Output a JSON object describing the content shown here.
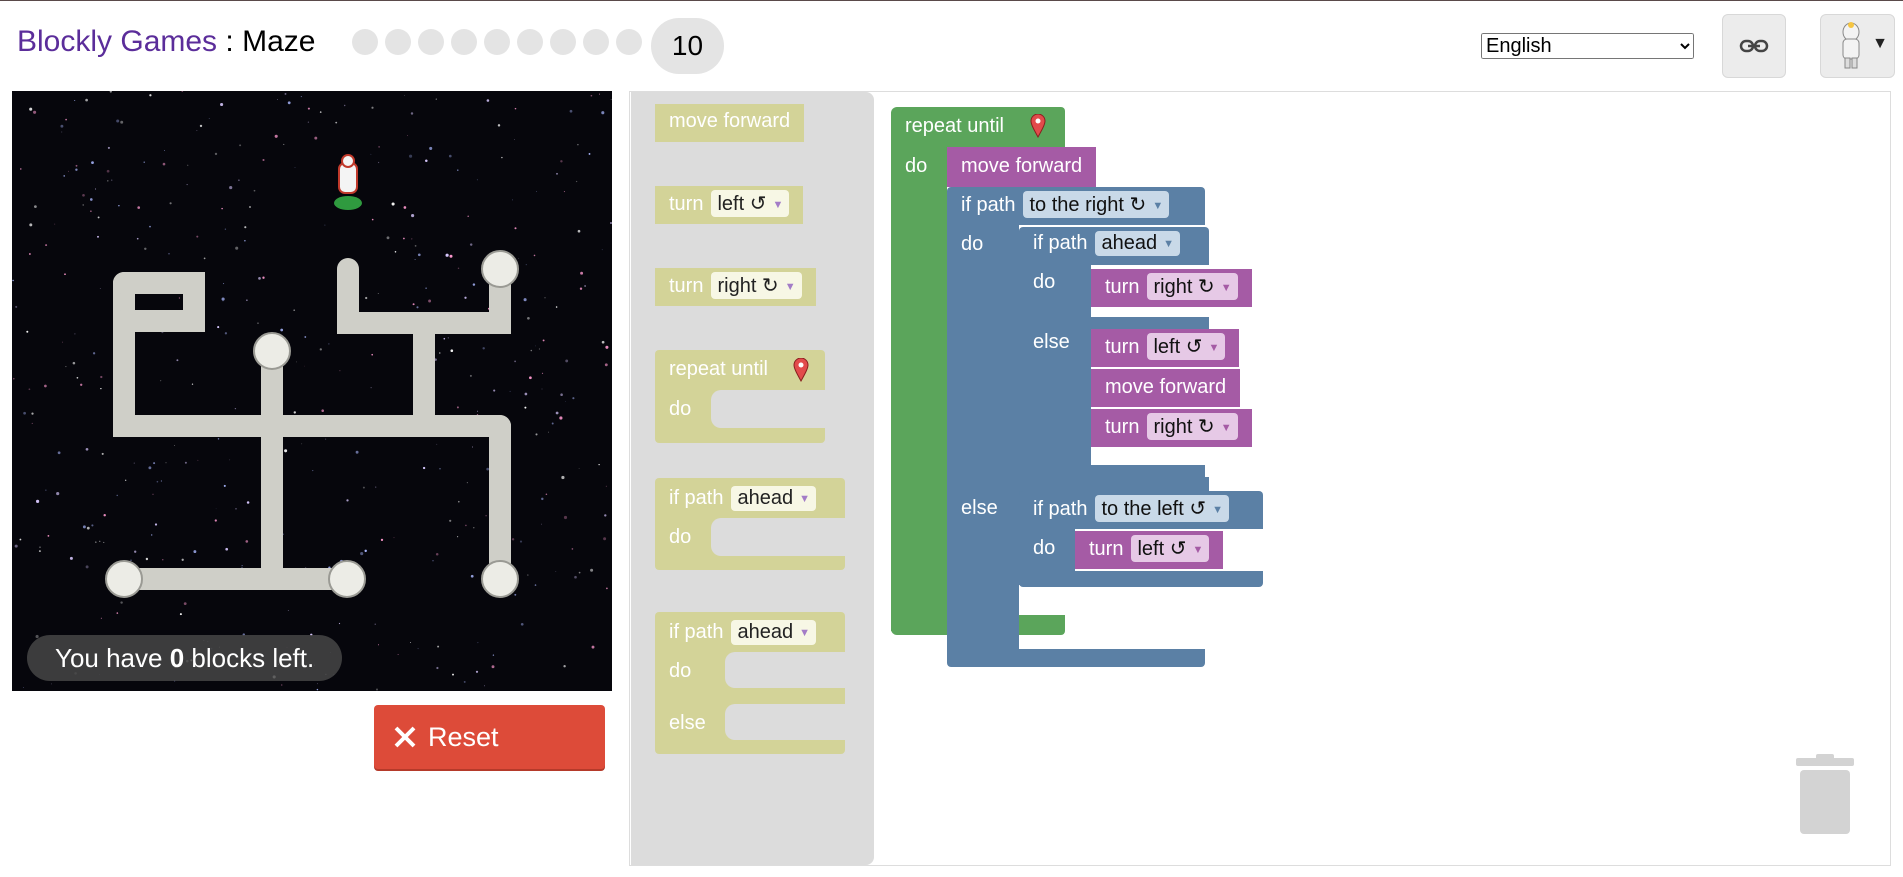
{
  "header": {
    "brand": "Blockly Games",
    "separator": " : ",
    "game": "Maze",
    "levels_total_dots": 9,
    "current_level": "10",
    "language": "English"
  },
  "maze": {
    "status_prefix": "You have ",
    "blocks_left": "0",
    "status_suffix": " blocks left."
  },
  "reset_label": "Reset",
  "toolbox": {
    "move_forward": "move forward",
    "turn": "turn",
    "left_opt": "left ↺",
    "right_opt": "right ↻",
    "repeat_until": "repeat until",
    "do": "do",
    "if_path": "if path",
    "ahead": "ahead",
    "else": "else"
  },
  "program": {
    "repeat_until": "repeat until",
    "do": "do",
    "else": "else",
    "move_forward": "move forward",
    "if_path": "if path",
    "to_the_right": "to the right ↻",
    "to_the_left": "to the left ↺",
    "ahead": "ahead",
    "turn": "turn",
    "right": "right ↻",
    "left": "left ↺"
  },
  "colors": {
    "loop": "#5ba55b",
    "logic": "#5b80a5",
    "movement": "#a55ba5",
    "reset": "#dd4b39",
    "brand": "#5b2d9a"
  },
  "icons": [
    "link-icon",
    "pegman-icon",
    "marker-icon",
    "close-icon",
    "trash-icon"
  ]
}
